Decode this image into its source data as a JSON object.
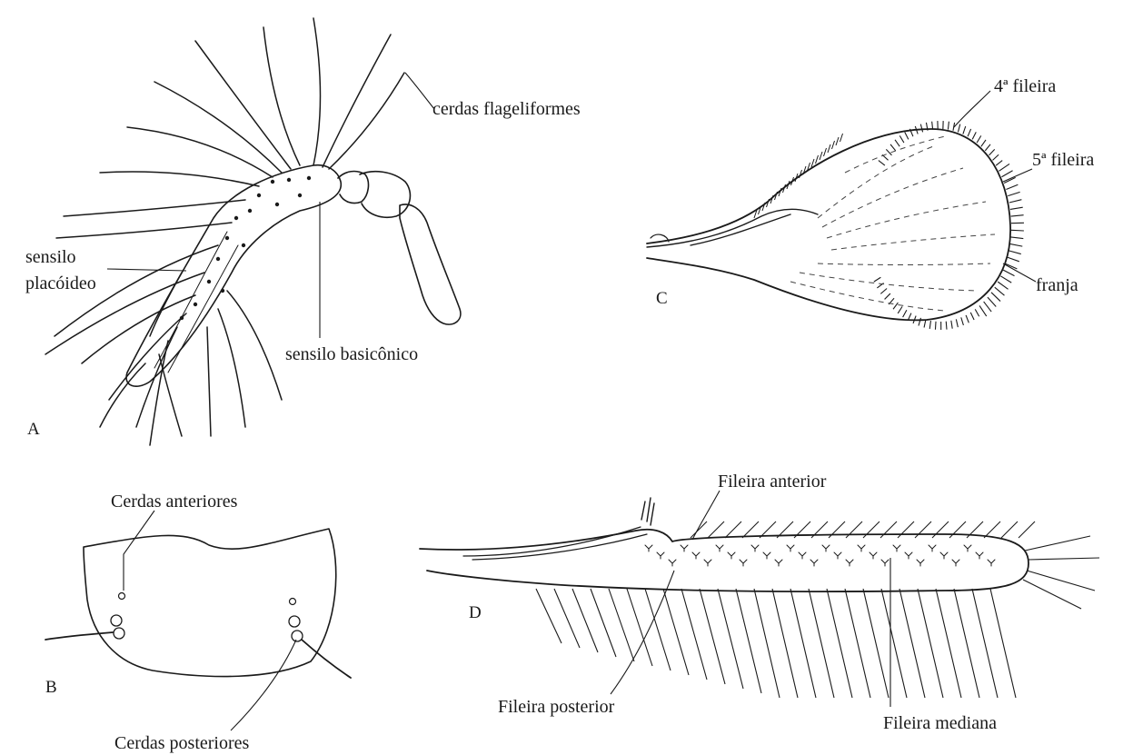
{
  "panels": {
    "A": {
      "letter": "A",
      "labels": {
        "flageliformes": "cerdas flageliformes",
        "placoideo_line1": "sensilo",
        "placoideo_line2": "placóideo",
        "basiconico": "sensilo basicônico"
      }
    },
    "B": {
      "letter": "B",
      "labels": {
        "anteriores": "Cerdas anteriores",
        "posteriores": "Cerdas posteriores"
      }
    },
    "C": {
      "letter": "C",
      "labels": {
        "fileira4": "4ª fileira",
        "fileira5": "5ª fileira",
        "franja": "franja"
      }
    },
    "D": {
      "letter": "D",
      "labels": {
        "anterior": "Fileira anterior",
        "posterior": "Fileira posterior",
        "mediana": "Fileira mediana"
      }
    }
  }
}
